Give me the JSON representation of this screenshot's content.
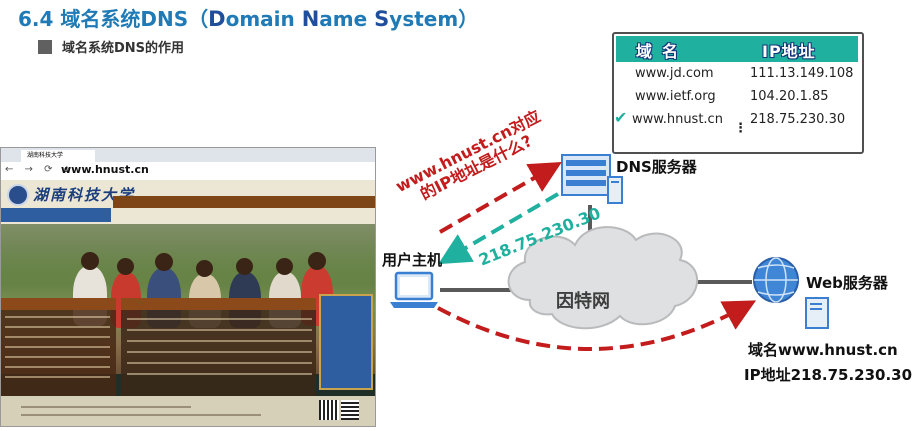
{
  "title": {
    "prefix": "6.4 域名系统DNS（",
    "w1_cap": "D",
    "w1_rest": "omain ",
    "w2_cap": "N",
    "w2_rest": "ame ",
    "w3_cap": "S",
    "w3_rest": "ystem）"
  },
  "subtitle": "域名系统DNS的作用",
  "dns_table": {
    "headers": [
      "域名",
      "IP地址"
    ],
    "rows": [
      {
        "domain": "www.jd.com",
        "ip": "111.13.149.108"
      },
      {
        "domain": "www.ietf.org",
        "ip": "104.20.1.85"
      },
      {
        "domain": "www.hnust.cn",
        "ip": "218.75.230.30"
      }
    ],
    "ellipsis": "⋮",
    "check_icon": "check-icon"
  },
  "browser": {
    "url": "www.hnust.cn",
    "tab_title": "湖南科技大学",
    "nav_icons": "← → ⟳ ⌂",
    "site_name": "湖南科技大学"
  },
  "network": {
    "dns_server_label": "DNS服务器",
    "user_host_label": "用户主机",
    "cloud_label": "因特网",
    "web_server_label": "Web服务器",
    "query_line1": "www.hnust.cn对应",
    "query_line2": "的IP地址是什么?",
    "reply": "218.75.230.30",
    "web_domain": "域名www.hnust.cn",
    "web_ip": "IP地址218.75.230.30"
  },
  "colors": {
    "title": "#1f7ab5",
    "query_arrow": "#c21c1c",
    "reply_arrow": "#1fb09f",
    "device_blue": "#3a7fd1"
  }
}
